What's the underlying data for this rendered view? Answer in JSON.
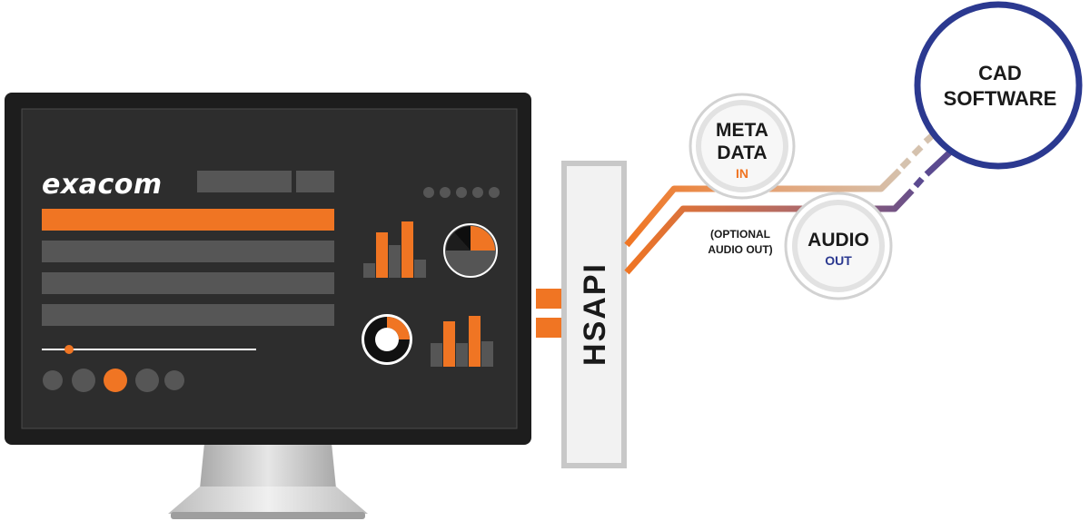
{
  "monitor": {
    "brand": "exacom"
  },
  "api": {
    "label": "HSAPI"
  },
  "metadata_node": {
    "line1": "META",
    "line2": "DATA",
    "direction": "IN"
  },
  "audio_node": {
    "line1": "AUDIO",
    "direction": "OUT"
  },
  "note": {
    "line1": "(OPTIONAL",
    "line2": "AUDIO OUT)"
  },
  "cad_node": {
    "line1": "CAD",
    "line2": "SOFTWARE"
  },
  "colors": {
    "screen": "#2d2d2d",
    "bezel": "#1d1d1d",
    "orange": "#f07523",
    "gray_block": "#565656",
    "navy": "#2b3990",
    "metadata_line": "#d5c2ae",
    "audio_line": "#5b4a90"
  }
}
